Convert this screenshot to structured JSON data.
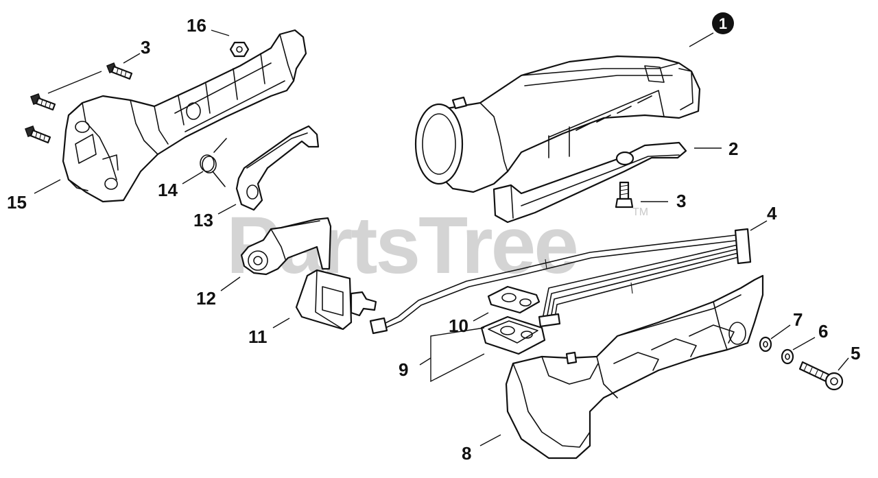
{
  "diagram": {
    "watermark": "PartsTree",
    "trademark": "TM",
    "callouts": {
      "c1": "1",
      "c2": "2",
      "c3a": "3",
      "c3b": "3",
      "c4": "4",
      "c5": "5",
      "c6": "6",
      "c7": "7",
      "c8": "8",
      "c9": "9",
      "c10": "10",
      "c11": "11",
      "c12": "12",
      "c13": "13",
      "c14": "14",
      "c15": "15",
      "c16": "16"
    }
  }
}
